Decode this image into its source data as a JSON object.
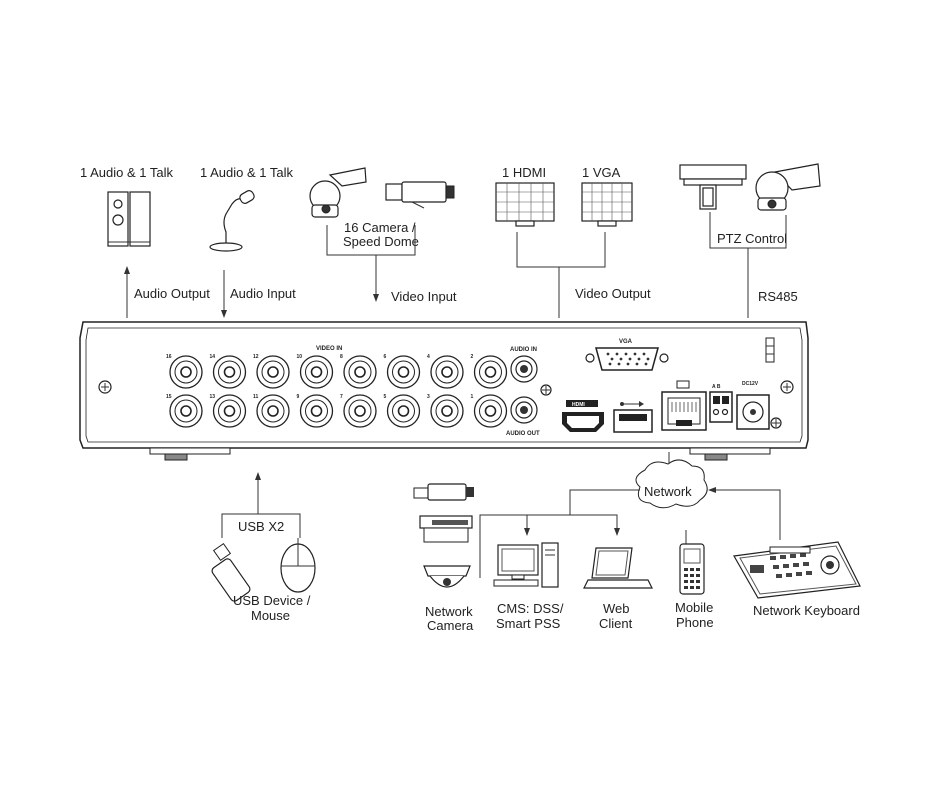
{
  "labels": {
    "audio_out_dev": "1 Audio  & 1 Talk",
    "audio_in_dev": "1 Audio & 1 Talk",
    "camera_line1": "16  Camera /",
    "camera_line2": "Speed Dome",
    "hdmi": "1 HDMI",
    "vga_dev": "1 VGA",
    "ptz_control": "PTZ Control",
    "audio_output": "Audio  Output",
    "audio_input": "Audio  Input",
    "video_input": "Video Input",
    "video_output": "Video Output",
    "rs485": "RS485",
    "usb_x2": "USB X2",
    "usb_line1": "USB Device /",
    "usb_line2": "Mouse",
    "network": "Network",
    "netcam_line1": "Network",
    "netcam_line2": "Camera",
    "cms_line1": "CMS: DSS/",
    "cms_line2": "Smart PSS",
    "web_line1": "Web",
    "web_line2": "Client",
    "mobile_line1": "Mobile",
    "mobile_line2": "Phone",
    "keyboard": "Network Keyboard"
  },
  "panel": {
    "video_in": "VIDEO IN",
    "audio_in": "AUDIO IN",
    "audio_out": "AUDIO OUT",
    "vga": "VGA",
    "hdmi": "HDMI",
    "dc": "DC12V",
    "ab": "A B",
    "bnc_top": [
      "16",
      "14",
      "12",
      "10",
      "8",
      "6",
      "4",
      "2"
    ],
    "bnc_bottom": [
      "15",
      "13",
      "11",
      "9",
      "7",
      "5",
      "3",
      "1"
    ]
  }
}
